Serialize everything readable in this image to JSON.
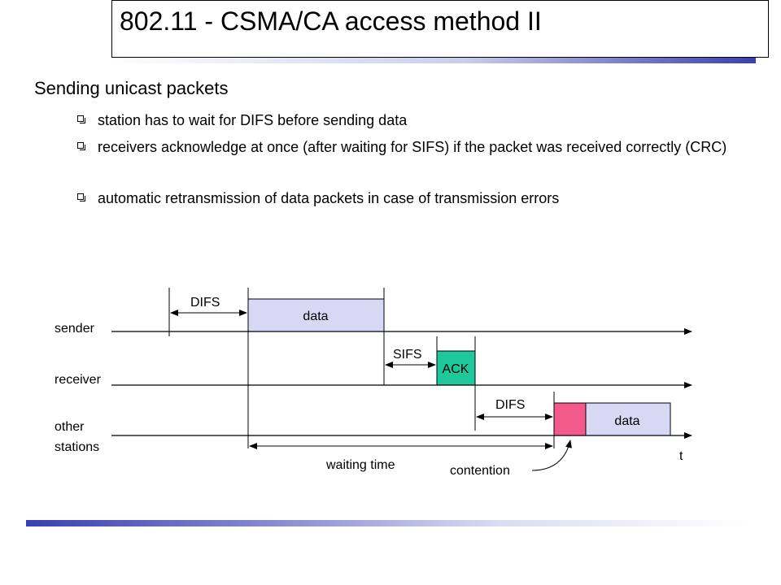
{
  "slide": {
    "title": "802.11 - CSMA/CA access method II",
    "subtitle": "Sending unicast packets",
    "bullets": [
      "station has to wait for DIFS before sending data",
      "receivers acknowledge at once (after waiting for SIFS) if the packet was received correctly (CRC)",
      "automatic retransmission of data packets in case of transmission errors"
    ]
  },
  "diagram": {
    "rows": {
      "sender": "sender",
      "receiver": "receiver",
      "other_line1": "other",
      "other_line2": "stations"
    },
    "labels": {
      "difs_1": "DIFS",
      "data_1": "data",
      "sifs": "SIFS",
      "ack": "ACK",
      "difs_2": "DIFS",
      "data_2": "data",
      "waiting_time": "waiting time",
      "contention": "contention",
      "time_axis": "t"
    },
    "colors": {
      "data_block": "#d6d8f4",
      "ack_block": "#1fc89a",
      "contention_block": "#f25a8c",
      "title_accent": "#3b3fae",
      "footer_line": "#3a3fb0"
    }
  }
}
